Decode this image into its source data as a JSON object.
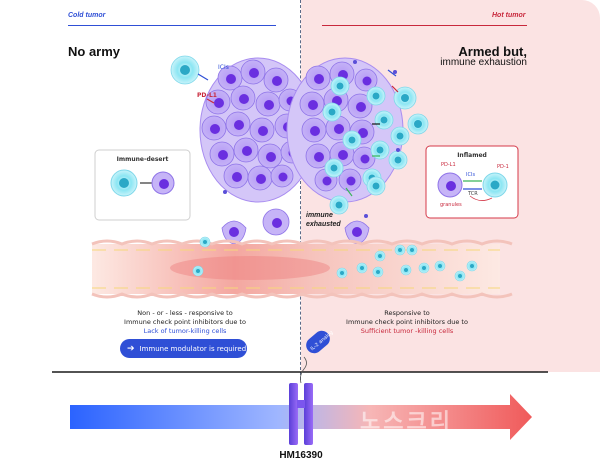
{
  "left_panel": {
    "tag": "Cold tumor",
    "title": "No army",
    "labels": {
      "ici": "ICIs",
      "pdl1": "PD-L1"
    },
    "inset_title": "Immune-desert",
    "footnote_line1": "Non - or - less - responsive to",
    "footnote_line2": "Immune check point inhibitors due to",
    "footnote_line3": "Lack of tumor-killing cells",
    "button_label": "Immune modulator is required"
  },
  "right_panel": {
    "tag": "Hot tumor",
    "title_line1": "Armed but,",
    "title_line2": "immune exhaustion",
    "exhausted_line1": "immune",
    "exhausted_line2": "exhausted",
    "inset_title": "Inflamed",
    "inset_labels": {
      "pdl1": "PD-L1",
      "pd1": "PD-1",
      "icis": "ICIs",
      "tcr": "TCR",
      "granules": "granules"
    },
    "footnote_line1": "Responsive to",
    "footnote_line2": "Immune check point inhibitors due to",
    "footnote_line3": "Sufficient tumor -killing cells"
  },
  "drug": {
    "label": "HM16390",
    "tag": "IL-2 analog"
  },
  "arrow_text": "노스크리",
  "colors": {
    "right_bg": "#fbe3e3",
    "accent_blue": "#2f4fd6",
    "accent_red": "#c8283c",
    "tumor_purple": "#8a5cf0",
    "tcell_teal": "#4fd0e6"
  }
}
